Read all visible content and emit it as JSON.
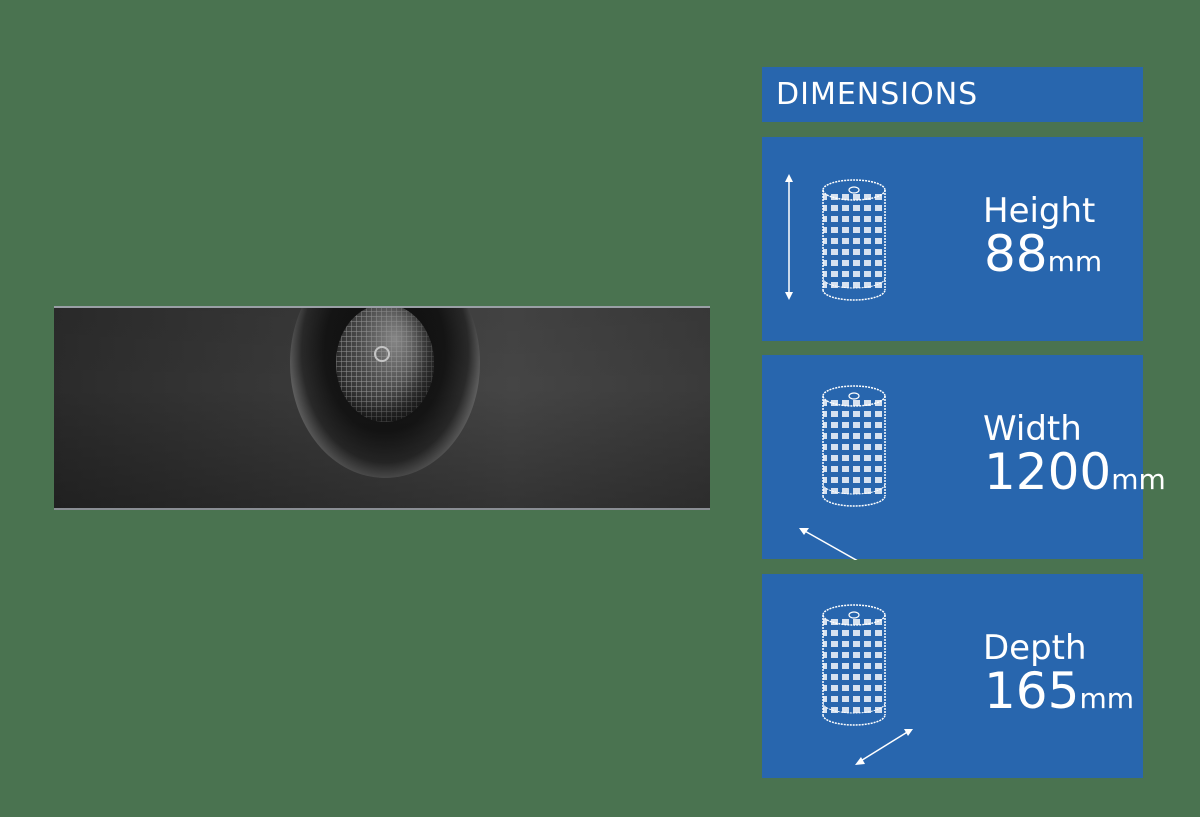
{
  "colors": {
    "background": "#4a7350",
    "panel": "#2866ae",
    "text": "#ffffff"
  },
  "product_image": {
    "description": "Dark grey soundbar with spherical mesh speaker in a recess"
  },
  "panel": {
    "title": "DIMENSIONS",
    "items": [
      {
        "label": "Height",
        "value": "88",
        "unit": "mm",
        "icon": "cylinder-height-arrow-icon"
      },
      {
        "label": "Width",
        "value": "1200",
        "unit": "mm",
        "icon": "cylinder-width-arrow-icon"
      },
      {
        "label": "Depth",
        "value": "165",
        "unit": "mm",
        "icon": "cylinder-depth-arrow-icon"
      }
    ]
  }
}
